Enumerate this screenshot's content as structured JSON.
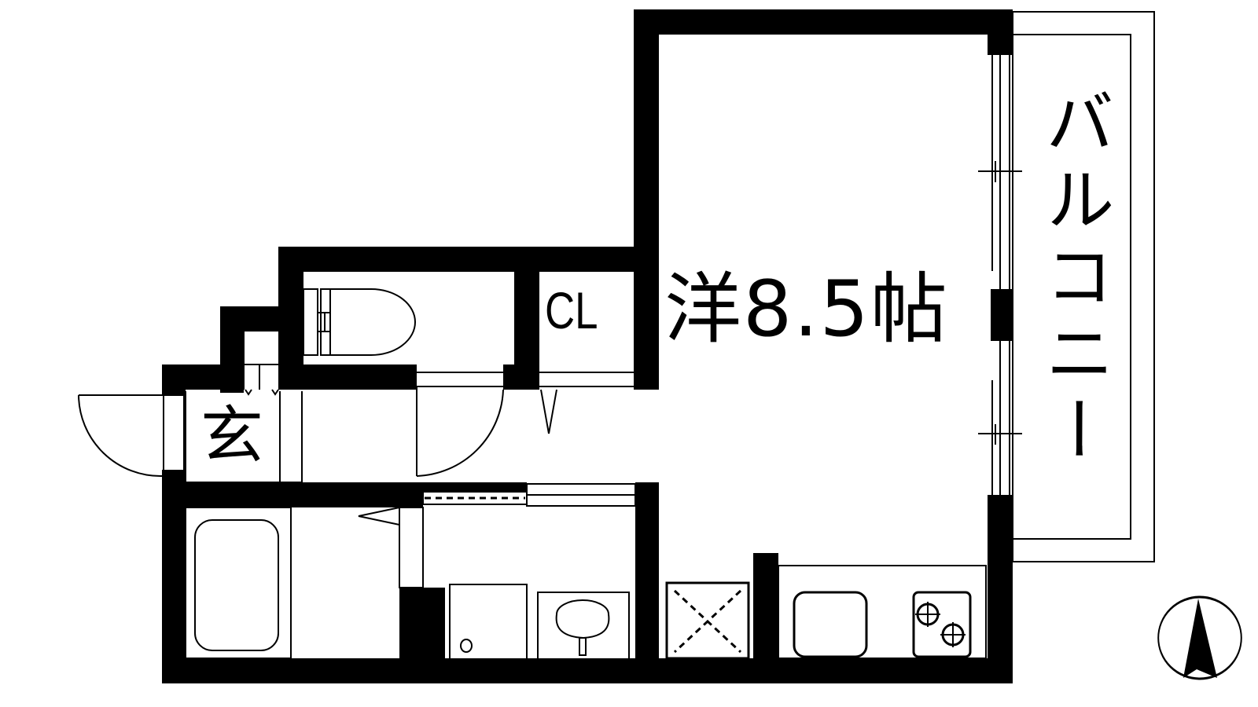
{
  "floorplan": {
    "rooms": {
      "main_room": {
        "label": "洋8.5帖",
        "type": "Western-style room",
        "size_jo": 8.5
      },
      "closet": {
        "label": "CL"
      },
      "entrance": {
        "label": "玄"
      },
      "balcony": {
        "label": "バルコニー"
      }
    },
    "fixtures": [
      "toilet",
      "bathtub",
      "washing-machine-pan",
      "washbasin",
      "refrigerator-space",
      "kitchen-sink",
      "two-burner-stove"
    ],
    "compass": {
      "direction": "north",
      "icon": "north-arrow-icon"
    },
    "colors": {
      "wall": "#000000",
      "background": "#ffffff",
      "line": "#000000"
    }
  }
}
